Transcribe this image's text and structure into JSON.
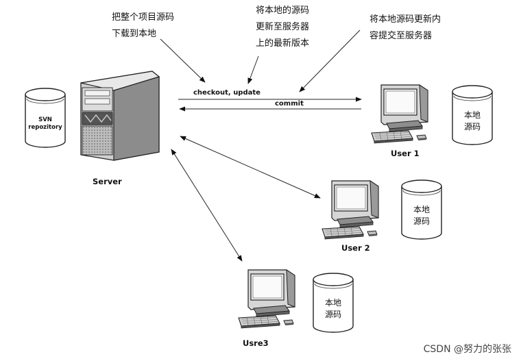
{
  "annotations": {
    "checkout_note": [
      "把整个项目源码",
      "下载到本地"
    ],
    "update_note": [
      "将本地的源码",
      "更新至服务器",
      "上的最新版本"
    ],
    "commit_note": [
      "将本地源码更新内",
      "容提交至服务器"
    ]
  },
  "flows": {
    "checkout": "checkout, update",
    "commit": "commit"
  },
  "server": {
    "label": "Server",
    "repository": [
      "SVN",
      "repozitory"
    ]
  },
  "clients": [
    {
      "label": "User 1",
      "local": [
        "本地",
        "源码"
      ]
    },
    {
      "label": "User 2",
      "local": [
        "本地",
        "源码"
      ]
    },
    {
      "label": "Usre3",
      "local": [
        "本地",
        "源码"
      ]
    }
  ],
  "watermark": "CSDN @努力的张张"
}
